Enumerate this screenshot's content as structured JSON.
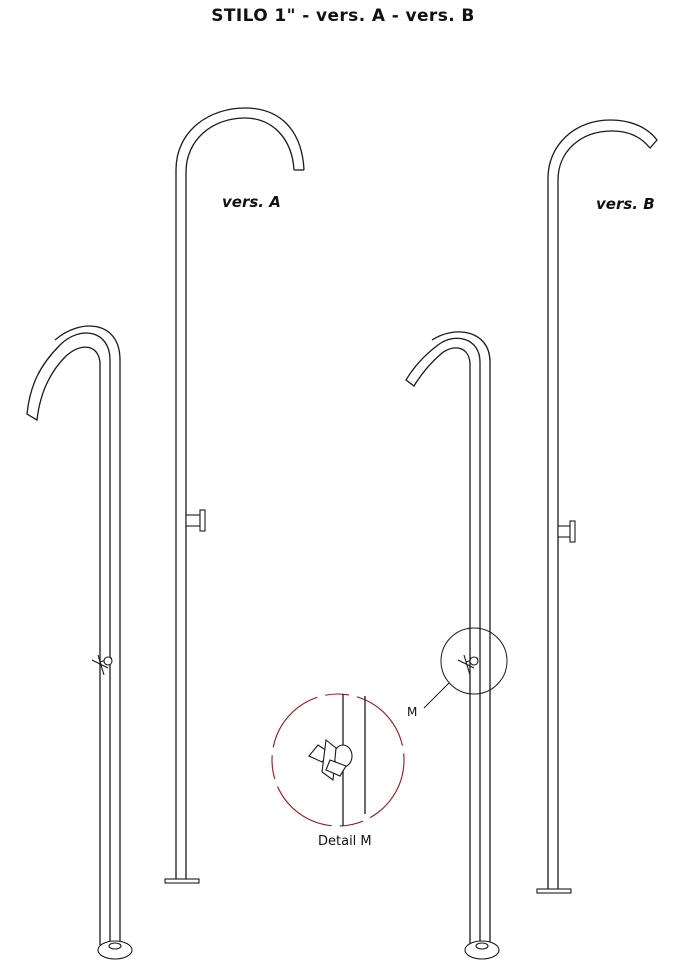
{
  "title": "STILO 1\" - vers. A - vers. B",
  "labels": {
    "version_a": "vers. A",
    "version_b": "vers. B",
    "detail_marker": "M",
    "detail_caption": "Detail M"
  },
  "colors": {
    "line": "#1a1a1a",
    "detail_circle": "#8b1a1a"
  }
}
